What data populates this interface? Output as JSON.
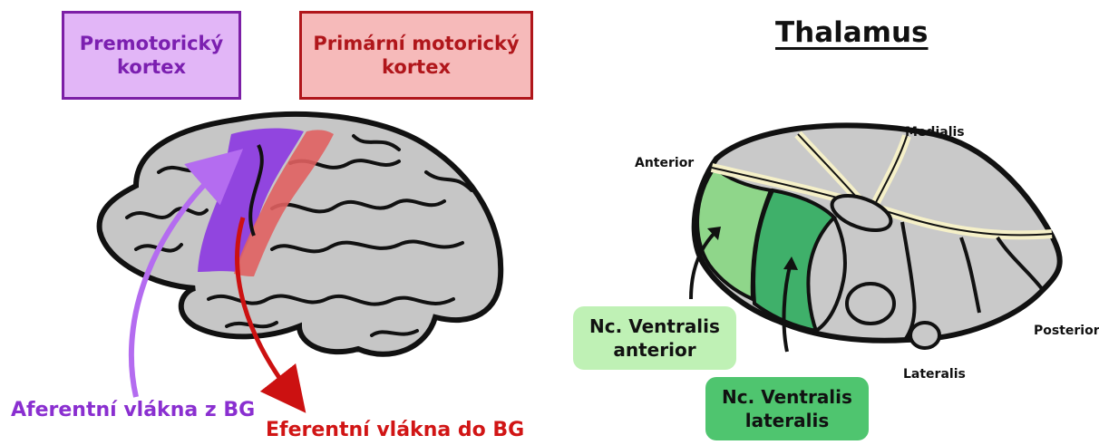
{
  "labels": {
    "premotor": "Premotorický\nkortex",
    "primary_motor": "Primární motorický\nkortex",
    "afferent": "Aferentní vlákna z BG",
    "efferent": "Eferentní vlákna do BG"
  },
  "thalamus": {
    "title": "Thalamus",
    "directions": {
      "anterior": "Anterior",
      "medialis": "Medialis",
      "posterior": "Posterior",
      "lateralis": "Lateralis"
    },
    "nuclei": {
      "ventralis_anterior": "Nc. Ventralis\nanterior",
      "ventralis_lateralis": "Nc. Ventralis\nlateralis"
    }
  },
  "colors": {
    "premotor_fill": "#e2b6f7",
    "premotor_border": "#7c1fa6",
    "primary_fill": "#f6baba",
    "primary_border": "#b0161b",
    "brain_gray": "#c6c6c6",
    "va_green": "#8fd68a",
    "vl_green": "#3fb06a"
  }
}
